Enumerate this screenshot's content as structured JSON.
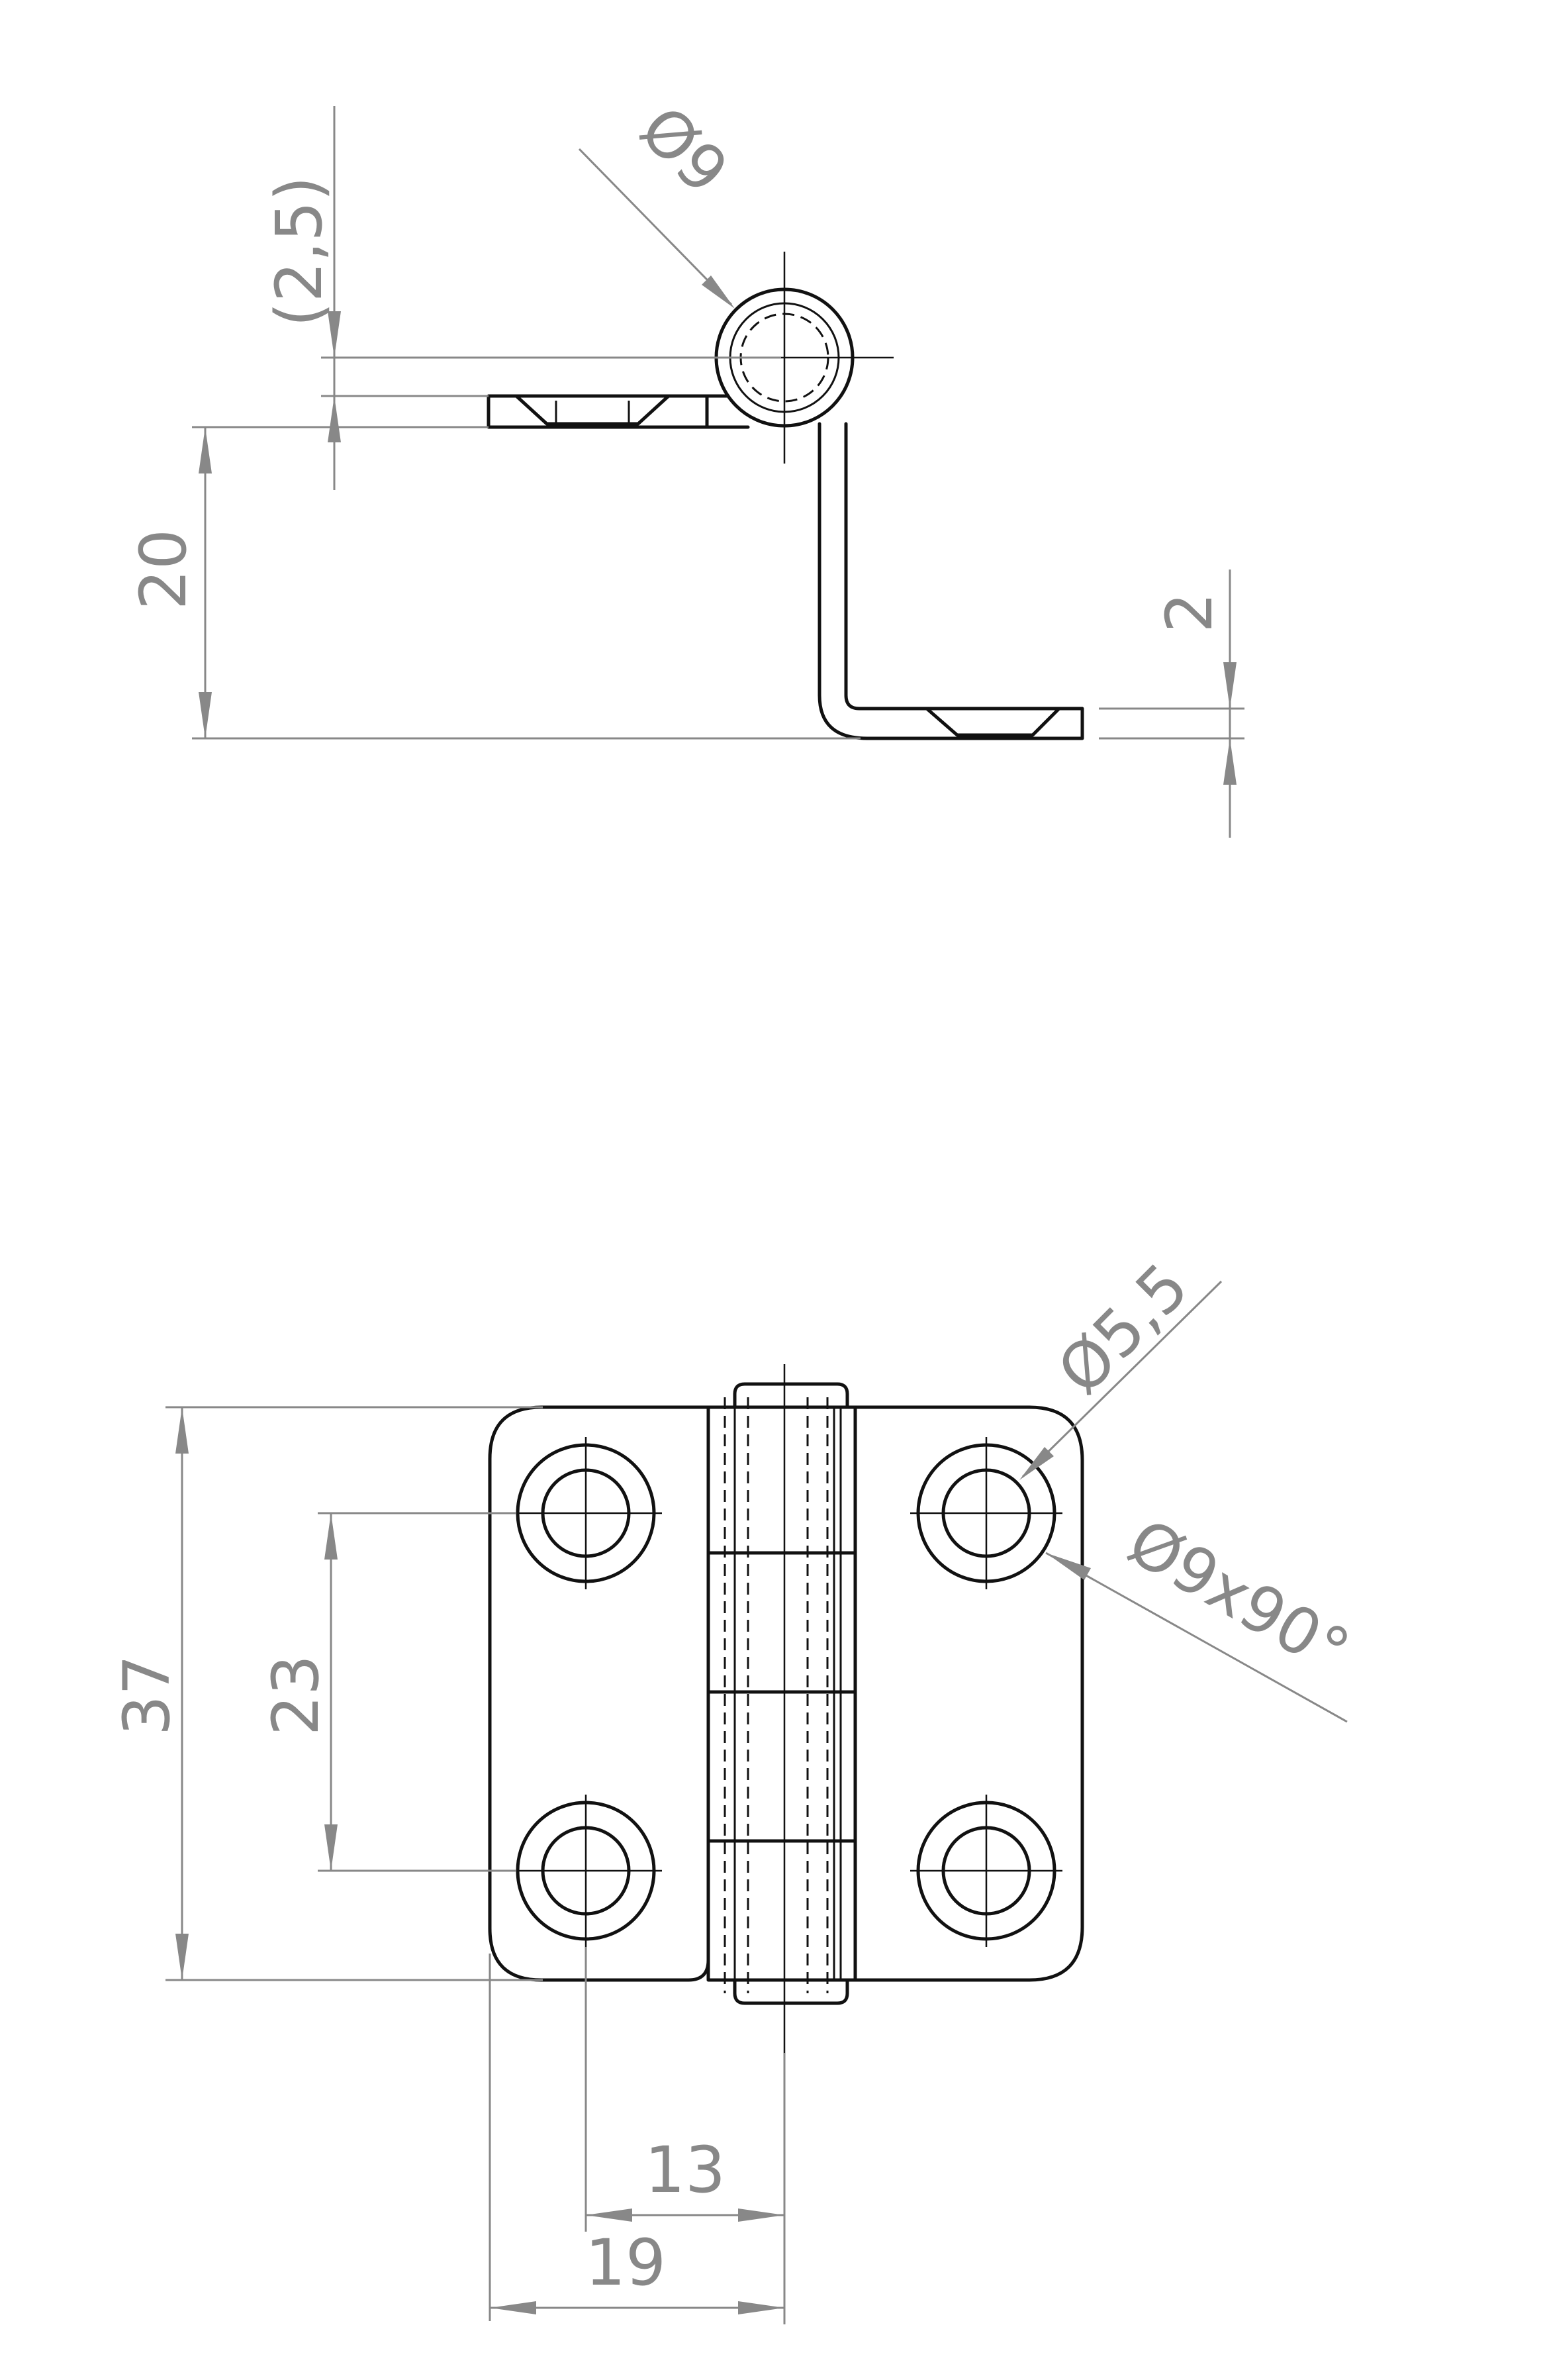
{
  "side_view": {
    "dimensions": {
      "offset": "2,5",
      "pin_diameter": "9",
      "height": "20",
      "thickness": "2"
    }
  },
  "front_view": {
    "dimensions": {
      "height": "37",
      "hole_spacing": "23",
      "hole_diameter": "5,5",
      "countersink": "9x90°",
      "hole_offset": "13",
      "leaf_width": "19"
    }
  },
  "symbols": {
    "diameter": "Ø"
  }
}
